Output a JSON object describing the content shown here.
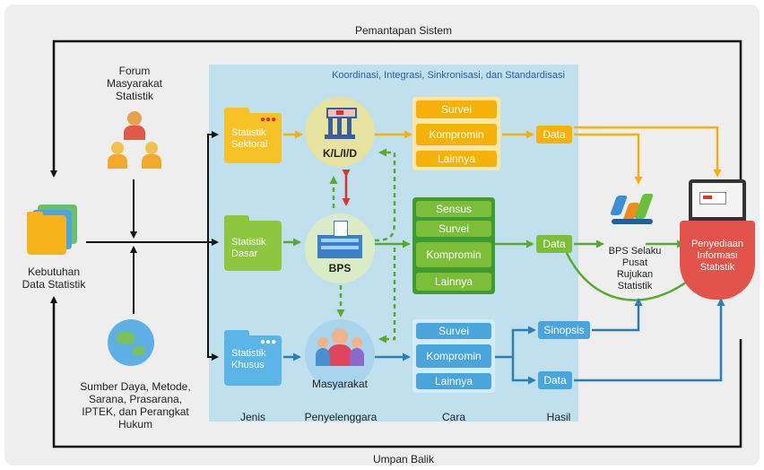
{
  "top_label": "Pemantapan Sistem",
  "bottom_label": "Umpan Balik",
  "panel_title": "Koordinasi, Integrasi, Sinkronisasi, dan Standardisasi",
  "left": {
    "kebutuhan": [
      "Kebutuhan",
      "Data Statistik"
    ],
    "forum": [
      "Forum",
      "Masyarakat",
      "Statistik"
    ],
    "sumber": [
      "Sumber Daya, Metode,",
      "Sarana, Prasarana,",
      "IPTEK, dan Perangkat",
      "Hukum"
    ]
  },
  "jenis": {
    "sektoral": [
      "Statistik",
      "Sektoral"
    ],
    "dasar": [
      "Statistik",
      "Dasar"
    ],
    "khusus": [
      "Statistik",
      "Khusus"
    ]
  },
  "penyelenggara": {
    "kli": "K/L/I/D",
    "bps": "BPS",
    "masyarakat": "Masyarakat"
  },
  "cara": {
    "sektoral": [
      "Survei",
      "Kompromin",
      "Lainnya"
    ],
    "dasar": [
      "Sensus",
      "Survei",
      "Kompromin",
      "Lainnya"
    ],
    "khusus": [
      "Survei",
      "Kompromin",
      "Lainnya"
    ]
  },
  "hasil": {
    "data1": "Data",
    "data2": "Data",
    "sinopsis": "Sinopsis",
    "data3": "Data"
  },
  "rujukan": [
    "BPS Selaku",
    "Pusat",
    "Rujukan",
    "Statistik"
  ],
  "penyediaan": [
    "Penyediaan",
    "Informasi",
    "Statistik"
  ],
  "column_labels": {
    "jenis": "Jenis",
    "penyelenggara": "Penyelenggara",
    "cara": "Cara",
    "hasil": "Hasil"
  },
  "colors": {
    "yellow": "#f6b20a",
    "green": "#5aa832",
    "blue": "#3a9ad9",
    "red": "#e05555",
    "panel": "#bfe0ec",
    "dark": "#111111"
  }
}
